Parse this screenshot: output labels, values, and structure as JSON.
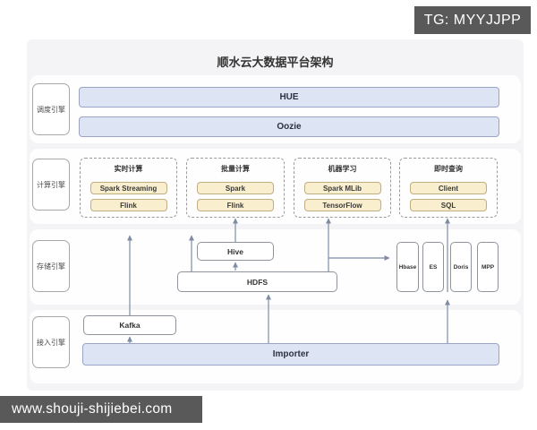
{
  "watermarks": {
    "top_badge": "TG: MYYJJPP",
    "bottom_bar": "www.shouji-shijiebei.com"
  },
  "diagram": {
    "title": "顺水云大数据平台架构",
    "layers": [
      {
        "id": "scheduling",
        "label": "调度引擎",
        "bars": [
          "HUE",
          "Oozie"
        ]
      },
      {
        "id": "compute",
        "label": "计算引擎",
        "groups": [
          {
            "title": "实时计算",
            "items": [
              "Spark Streaming",
              "Flink"
            ]
          },
          {
            "title": "批量计算",
            "items": [
              "Spark",
              "Flink"
            ]
          },
          {
            "title": "机器学习",
            "items": [
              "Spark MLib",
              "TensorFlow"
            ]
          },
          {
            "title": "即时查询",
            "items": [
              "Client",
              "SQL"
            ]
          }
        ]
      },
      {
        "id": "storage",
        "label": "存储引擎",
        "nodes": [
          "Hive",
          "HDFS",
          "Hbase",
          "ES",
          "Doris",
          "MPP"
        ]
      },
      {
        "id": "ingestion",
        "label": "接入引擎",
        "nodes": [
          "Kafka",
          "Importer"
        ]
      }
    ]
  },
  "colors": {
    "watermark_bg": "#595959",
    "card_bg": "#f4f4f6",
    "band_bg": "#fefefe",
    "blue_fill": "#dde4f4",
    "blue_border": "#9aa5c5",
    "yellow_fill": "#f9eecd",
    "yellow_border": "#bfae80",
    "arrow": "#7e8ca3"
  }
}
